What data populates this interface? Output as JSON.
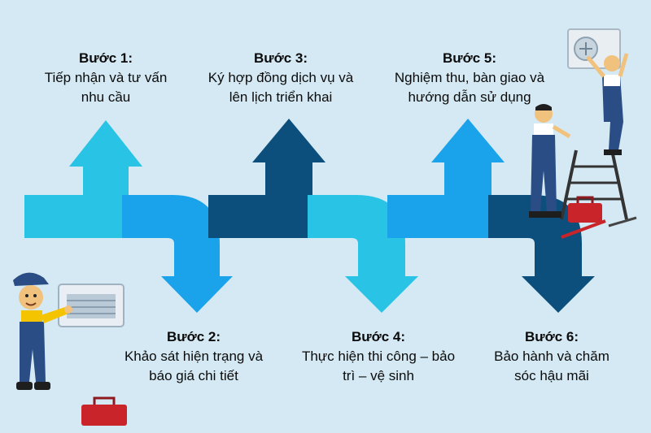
{
  "steps": [
    {
      "title": "Bước 1:",
      "line1": "Tiếp nhận và tư vấn",
      "line2": "nhu cầu"
    },
    {
      "title": "Bước 2:",
      "line1": "Khảo sát hiện trạng và",
      "line2": "báo giá chi tiết"
    },
    {
      "title": "Bước 3:",
      "line1": "Ký hợp đồng dịch vụ và",
      "line2": "lên lịch triển khai"
    },
    {
      "title": "Bước 4:",
      "line1": "Thực hiện thi công – bảo",
      "line2": "trì – vệ sinh"
    },
    {
      "title": "Bước 5:",
      "line1": "Nghiệm thu, bàn giao và",
      "line2": "hướng dẫn sử dụng"
    },
    {
      "title": "Bước 6:",
      "line1": "Bảo hành và chăm",
      "line2": "sóc hậu mãi"
    }
  ],
  "colors": {
    "background": "#d4e9f3",
    "cyan": "#29c3e5",
    "sky": "#1aa3ea",
    "navy": "#0d4f7c",
    "worker_uniform": "#2a4d86",
    "toolbox": "#c8242a"
  }
}
